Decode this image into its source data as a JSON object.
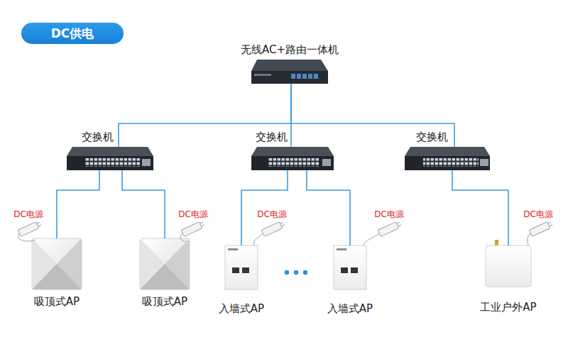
{
  "diagram": {
    "title": "DC供电",
    "nodes": [
      {
        "text": [
          "无线AC+路由一体机"
        ]
      },
      {
        "text": [
          "交换机"
        ]
      },
      {
        "text": [
          "交换机"
        ]
      },
      {
        "text": [
          "交换机"
        ]
      },
      {
        "text": [
          "吸顶式AP"
        ]
      },
      {
        "text": [
          "吸顶式AP"
        ]
      },
      {
        "text": [
          "入墙式AP"
        ]
      },
      {
        "text": [
          "入墙式AP"
        ]
      },
      {
        "text": [
          "工业户外AP"
        ]
      }
    ],
    "edges": [
      {
        "from": 0,
        "to": 1,
        "arrow": "none"
      },
      {
        "from": 0,
        "to": 2,
        "arrow": "none"
      },
      {
        "from": 0,
        "to": 3,
        "arrow": "none"
      },
      {
        "from": 1,
        "to": 4,
        "arrow": "none"
      },
      {
        "from": 1,
        "to": 5,
        "arrow": "none"
      },
      {
        "from": 2,
        "to": 6,
        "arrow": "none"
      },
      {
        "from": 2,
        "to": 7,
        "arrow": "none"
      },
      {
        "from": 3,
        "to": 8,
        "arrow": "none"
      }
    ],
    "labels": [
      "DC电源",
      "DC电源",
      "DC电源",
      "DC电源",
      "DC电源"
    ]
  }
}
